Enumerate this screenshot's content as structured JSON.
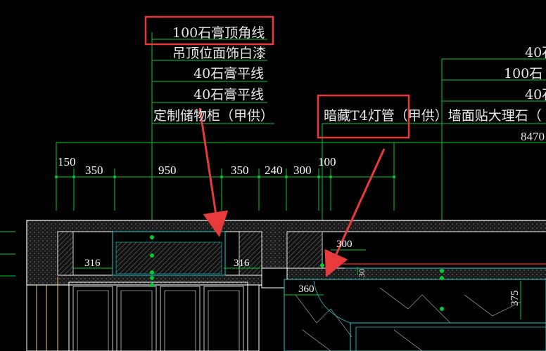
{
  "colors": {
    "background": "#000000",
    "leader_green": "#00cc33",
    "annotation_text": "#e8e8e8",
    "dimension_text": "#ffffff",
    "outline_white": "#ffffff",
    "cyan": "#22cccc",
    "highlight_red": "#e83a3a",
    "red_line": "#ff2a2a",
    "gray_hatch": "#8a8a8a"
  },
  "labels_left": [
    "100石膏顶角线",
    "吊顶位面饰白漆",
    "40石膏平线",
    "40石膏平线",
    "定制储物柜（甲供）"
  ],
  "label_middle": "暗藏T4灯管（甲供）墙面贴大理石（",
  "labels_right": [
    "40石",
    "100石",
    "40石",
    "8470"
  ],
  "dims_top": [
    "150",
    "350",
    "950",
    "350",
    "240",
    "300",
    "100"
  ],
  "dims_inner": {
    "left_316": "316",
    "right_316": "316",
    "d300": "300",
    "d30": "30",
    "d360": "360",
    "d375": "375"
  },
  "highlights": [
    {
      "target": "100石膏顶角线",
      "meaning": "highlighted label box"
    },
    {
      "target": "暗藏T4灯管",
      "meaning": "highlighted label box"
    }
  ]
}
